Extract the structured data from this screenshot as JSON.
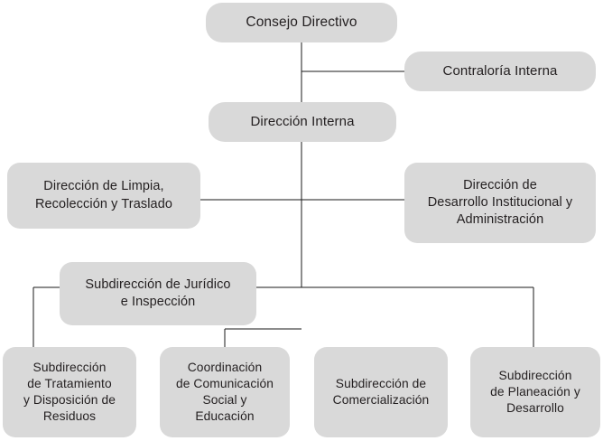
{
  "diagram": {
    "title": "Organigrama",
    "background_color": "#ffffff",
    "node_fill_color": "#d9d9d9",
    "text_color": "#231f20",
    "connector_color": "#1a1a1a"
  },
  "nodes": [
    {
      "id": "consejo-directivo",
      "label": "Consejo Directivo",
      "level": 1
    },
    {
      "id": "contraloria-interna",
      "label": "Contraloría Interna",
      "level": 2
    },
    {
      "id": "direccion-interna",
      "label": "Dirección Interna",
      "level": 3
    },
    {
      "id": "direccion-de-limpia",
      "label": "Dirección de Limpia,\nRecolección y Traslado",
      "level": 4
    },
    {
      "id": "direccion-de-desarrollo-institucional",
      "label": "Dirección de\nDesarrollo Institucional y\nAdministración",
      "level": 4
    },
    {
      "id": "subdireccion-de-juridico",
      "label": "Subdirección de Jurídico\ne Inspección",
      "level": 5
    },
    {
      "id": "subdireccion-de-tratamiento",
      "label": "Subdirección\nde Tratamiento\ny Disposición de\nResiduos",
      "level": 6
    },
    {
      "id": "coordinacion-de-comunicacion",
      "label": "Coordinación\nde Comunicación\nSocial y\nEducación",
      "level": 6
    },
    {
      "id": "subdireccion-de-comercializacion",
      "label": "Subdirección de\nComercialización",
      "level": 6
    },
    {
      "id": "subdireccion-de-planeacion",
      "label": "Subdirección\nde Planeación y\nDesarrollo",
      "level": 6
    }
  ],
  "connectors": [
    {
      "id": "spine-consejo-to-direccion",
      "from": "consejo-directivo",
      "to": "direccion-interna"
    },
    {
      "id": "branch-to-contraloria",
      "from": "consejo-directivo",
      "to": "contraloria-interna"
    },
    {
      "id": "branch-to-direccion-limpia",
      "from": "direccion-interna",
      "to": "direccion-de-limpia"
    },
    {
      "id": "branch-to-direccion-desarrollo",
      "from": "direccion-interna",
      "to": "direccion-de-desarrollo-institucional"
    },
    {
      "id": "spine-to-subdivision-bar",
      "from": "direccion-interna",
      "to": "subdireccion-de-juridico"
    },
    {
      "id": "drop-to-tratamiento",
      "from": "subdireccion-de-juridico",
      "to": "subdireccion-de-tratamiento"
    },
    {
      "id": "drop-to-comunicacion",
      "from": "subdireccion-de-juridico",
      "to": "coordinacion-de-comunicacion"
    },
    {
      "id": "drop-to-planeacion",
      "from": "subdireccion-de-juridico",
      "to": "subdireccion-de-planeacion"
    }
  ]
}
